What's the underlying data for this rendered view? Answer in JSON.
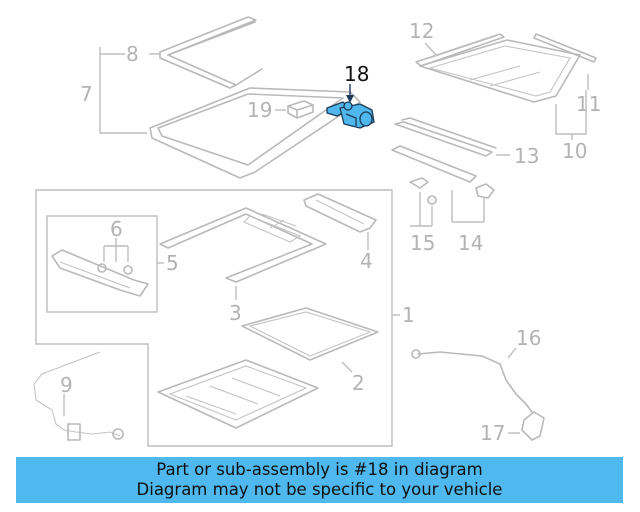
{
  "callouts": {
    "c1": "1",
    "c2": "2",
    "c3": "3",
    "c4": "4",
    "c5": "5",
    "c6": "6",
    "c7": "7",
    "c8": "8",
    "c9": "9",
    "c10": "10",
    "c11": "11",
    "c12": "12",
    "c13": "13",
    "c14": "14",
    "c15": "15",
    "c16": "16",
    "c17": "17",
    "c18": "18",
    "c19": "19"
  },
  "highlight": {
    "part_number": "18",
    "color": "#4fb7ec"
  },
  "banner": {
    "line1": "Part or sub-assembly is #18 in diagram",
    "line2": "Diagram may not be specific to your vehicle",
    "color": "#4fb8ee"
  }
}
